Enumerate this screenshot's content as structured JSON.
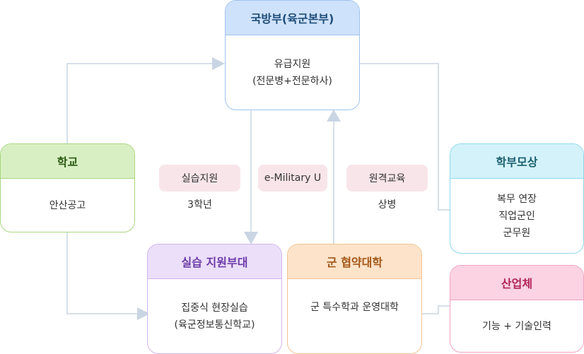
{
  "nodes": {
    "mnd": {
      "title": "국방부(육군본부)",
      "lines": [
        "유급지원",
        "(전문병+전문하사)"
      ]
    },
    "school": {
      "title": "학교",
      "lines": [
        "안산공고"
      ]
    },
    "unit": {
      "title": "실습 지원부대",
      "lines": [
        "집중식 현장실습",
        "(육군정보통신학교)"
      ]
    },
    "univ": {
      "title": "군 협약대학",
      "lines": [
        "군 특수학과 운영대학"
      ]
    },
    "parents": {
      "title": "학부모상",
      "lines": [
        "복무 연장",
        "직업군인",
        "군무원"
      ]
    },
    "industry": {
      "title": "산업체",
      "lines": [
        "기능 + 기술인력"
      ]
    }
  },
  "labels": {
    "practice_support": "실습지원",
    "grade3": "3학년",
    "emilitary": "e-Military U",
    "remote_edu": "원격교육",
    "soldier": "상병"
  },
  "colors": {
    "blue": "#cfe2fb",
    "green": "#d8efc3",
    "purple": "#ecdffa",
    "orange": "#fde3c9",
    "cyan": "#d3f2f9",
    "pink": "#fbd3e2",
    "pill": "#f8e5ea",
    "arrow": "#c9d5e2"
  }
}
